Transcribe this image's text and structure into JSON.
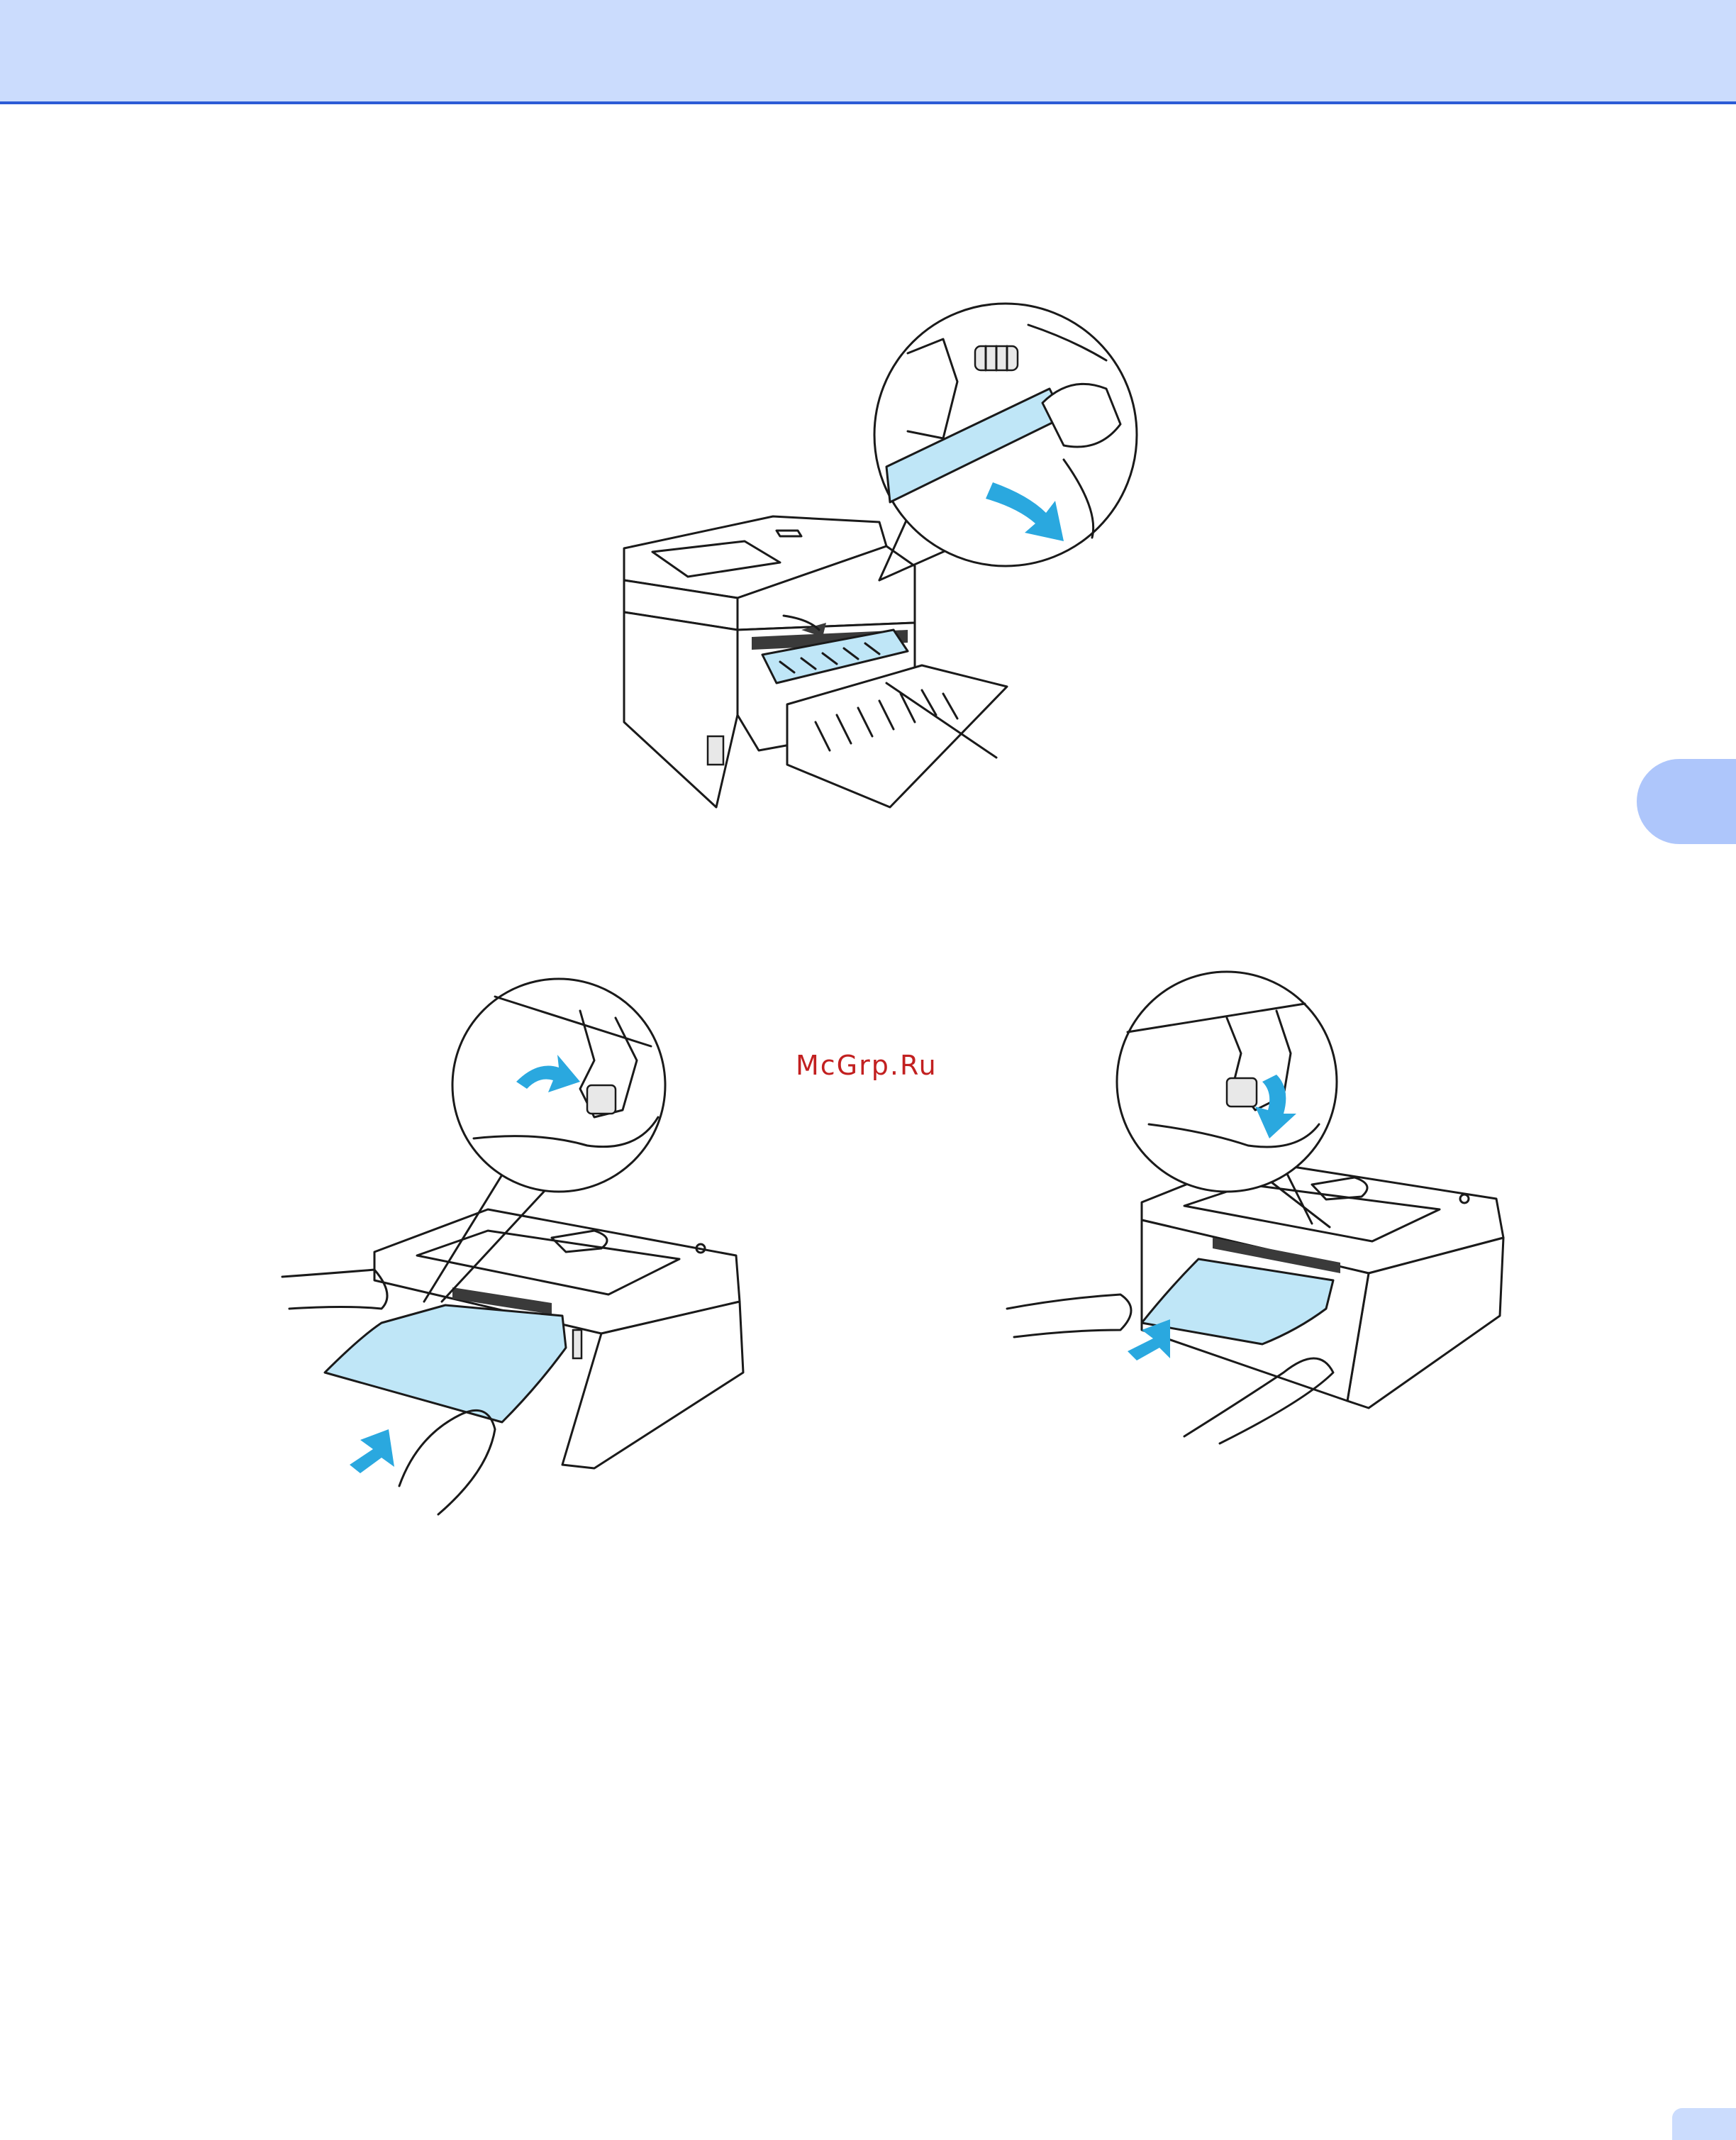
{
  "watermark": {
    "text": "McGrp.Ru",
    "color": "#c22020"
  },
  "colors": {
    "header_band": "#cbdcfd",
    "header_rule": "#2c5bd6",
    "chapter_tab": "#aec6fb",
    "paper_blue": "#bfe6f7",
    "arrow_cyan": "#2aa8df"
  },
  "figures": [
    {
      "id": "fuser-cover",
      "icons": [
        "printer-icon",
        "magnifier-callout-icon",
        "rotate-arrow-icon"
      ]
    },
    {
      "id": "pull-paper-left",
      "icons": [
        "printer-icon",
        "paper-sheet-icon",
        "hand-icon",
        "pull-arrow-icon"
      ]
    },
    {
      "id": "pull-paper-right",
      "icons": [
        "printer-icon",
        "paper-sheet-icon",
        "hand-icon",
        "pull-arrow-icon"
      ]
    }
  ]
}
